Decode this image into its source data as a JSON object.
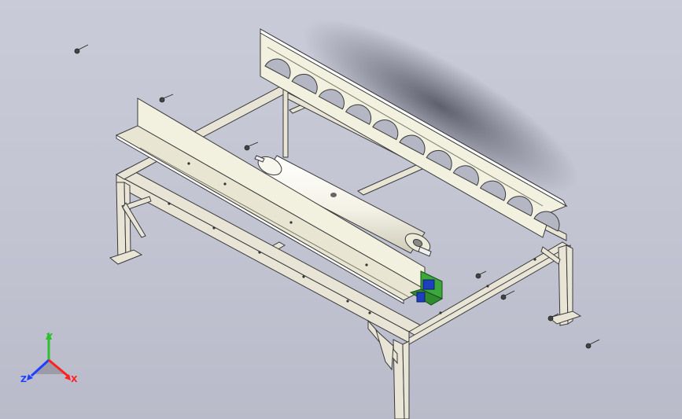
{
  "view": {
    "background_top": "#c9cbd8",
    "background_bottom": "#b9bbca",
    "frame_color": "#e8e5d6",
    "frame_edge": "#3a3a3a",
    "panel_color": "#f2f0df",
    "roller_color": "#ffffff",
    "bracket_color": "#2e8b2e",
    "motor_color": "#1f3fbf"
  },
  "triad": {
    "y_label": "Y",
    "z_label": "Z",
    "x_label": "X",
    "y_color": "#2fbf2f",
    "z_color": "#2040ff",
    "x_color": "#ff2020"
  }
}
